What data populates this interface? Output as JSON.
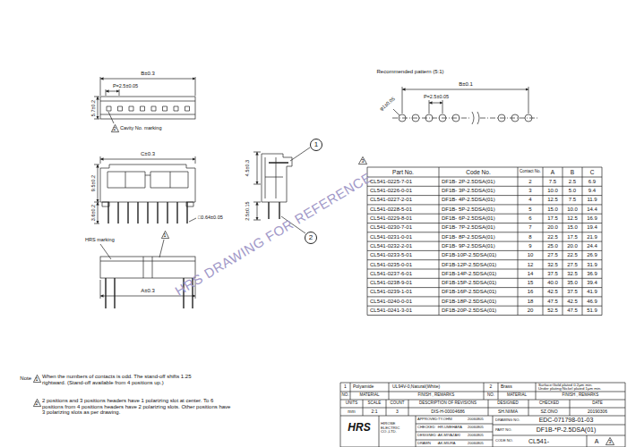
{
  "diagram": {
    "nodes": [
      {
        "text": [
          "2"
        ]
      },
      {
        "text": [
          "1"
        ]
      },
      {
        "text": [
          "1"
        ]
      },
      {
        "text": [
          "2"
        ]
      },
      {
        "text": [
          "3"
        ]
      },
      {
        "text": [
          "1"
        ]
      },
      {
        "text": [
          "2"
        ]
      },
      {
        "text": [
          "3"
        ]
      }
    ],
    "labels": [
      "B±0.3",
      "P=2.5±0.05",
      "5.7±0.2",
      "Cavity No. marking",
      "C±0.3",
      "9.5±0.2",
      "3.6±0.2",
      "□0.64±0.05",
      "HRS marking",
      "A±0.3",
      "4.5±0.3",
      "2.5±0.15",
      "Recommended pattern (5:1)",
      "B±0.1",
      "P=2.5±0.05",
      "φ1±0.05",
      "HRS DRAWING FOR REFERENCE",
      "Part No.",
      "Code No.",
      "Contact No.",
      "A",
      "B",
      "C",
      "CL541-0225-7-01",
      "DF1B- 2P-2.5DSA(01)",
      "2",
      "7.5",
      "2.5",
      "6.9",
      "CL541-0226-0-01",
      "DF1B- 3P-2.5DSA(01)",
      "3",
      "10.0",
      "5.0",
      "9.4",
      "CL541-0227-2-01",
      "DF1B- 4P-2.5DSA(01)",
      "4",
      "12.5",
      "7.5",
      "11.9",
      "CL541-0228-5-01",
      "DF1B- 5P-2.5DSA(01)",
      "5",
      "15.0",
      "10.0",
      "14.4",
      "CL541-0229-8-01",
      "DF1B- 6P-2.5DSA(01)",
      "6",
      "17.5",
      "12.5",
      "16.9",
      "CL541-0230-7-01",
      "DF1B- 7P-2.5DSA(01)",
      "7",
      "20.0",
      "15.0",
      "19.4",
      "CL541-0231-0-01",
      "DF1B- 8P-2.5DSA(01)",
      "8",
      "22.5",
      "17.5",
      "21.9",
      "CL541-0232-2-01",
      "DF1B- 9P-2.5DSA(01)",
      "9",
      "25.0",
      "20.0",
      "24.4",
      "CL541-0233-5-01",
      "DF1B-10P-2.5DSA(01)",
      "10",
      "27.5",
      "22.5",
      "26.9",
      "CL541-0235-0-01",
      "DF1B-12P-2.5DSA(01)",
      "12",
      "32.5",
      "27.5",
      "31.9",
      "CL541-0237-6-01",
      "DF1B-14P-2.5DSA(01)",
      "14",
      "37.5",
      "32.5",
      "36.9",
      "CL541-0238-9-01",
      "DF1B-15P-2.5DSA(01)",
      "15",
      "40.0",
      "35.0",
      "39.4",
      "CL541-0239-1-01",
      "DF1B-16P-2.5DSA(01)",
      "16",
      "42.5",
      "37.5",
      "41.9",
      "CL541-0240-0-01",
      "DF1B-18P-2.5DSA(01)",
      "18",
      "47.5",
      "42.5",
      "46.9",
      "CL541-0241-3-01",
      "DF1B-20P-2.5DSA(01)",
      "20",
      "52.5",
      "47.5",
      "51.9",
      "Note",
      "When the numbers of contacts is odd. The stand-off shifts 1.25 rightward. (Stand-off available from 4 positions up.)",
      "2 positions and 3 positions headers have 1 polarizing slot at center. To 6 positions from 4 positions headers have 2 polarizing slots. Other positions have 3 polarizing slots as per drawing.",
      "1",
      "Polyamide",
      "UL94V-0,Natural(White)",
      "2",
      "Brass",
      "Surface:Gold plated 0.2μm min.",
      "Under plating:Nickel plated 1μm min.",
      "NO.",
      "MATERIAL",
      "FINISH , REMARKS",
      "NO.",
      "MATERIAL",
      "FINISH , REMARKS",
      "UNITS",
      "mm",
      "SCALE",
      "2:1",
      "COUNT",
      "DESCRIPTION OF REVISIONS",
      "DESIGNED",
      "CHECKED",
      "DATE",
      "3",
      "DIS-H-00004686",
      "SH.NIIMA",
      "SZ.ONO",
      "20190306",
      "HRS",
      "HIROSE ELECTRIC CO.,LTD.",
      "APPROVED",
      ":TY.OHNI",
      "20060805",
      "CHECKED",
      ":HR.UMEHARA",
      "20060805",
      "DESIGNED",
      ":AK.MIYAZAKI",
      "20060805",
      "DRAWN",
      ":AK.MIURA",
      "20060805",
      "DRAWING NO.",
      "EDC-071798-01-03",
      "PART NO.",
      "DF1B-*P-2.5DSA(01)",
      "CODE NO.",
      "CL541-",
      "A"
    ]
  }
}
